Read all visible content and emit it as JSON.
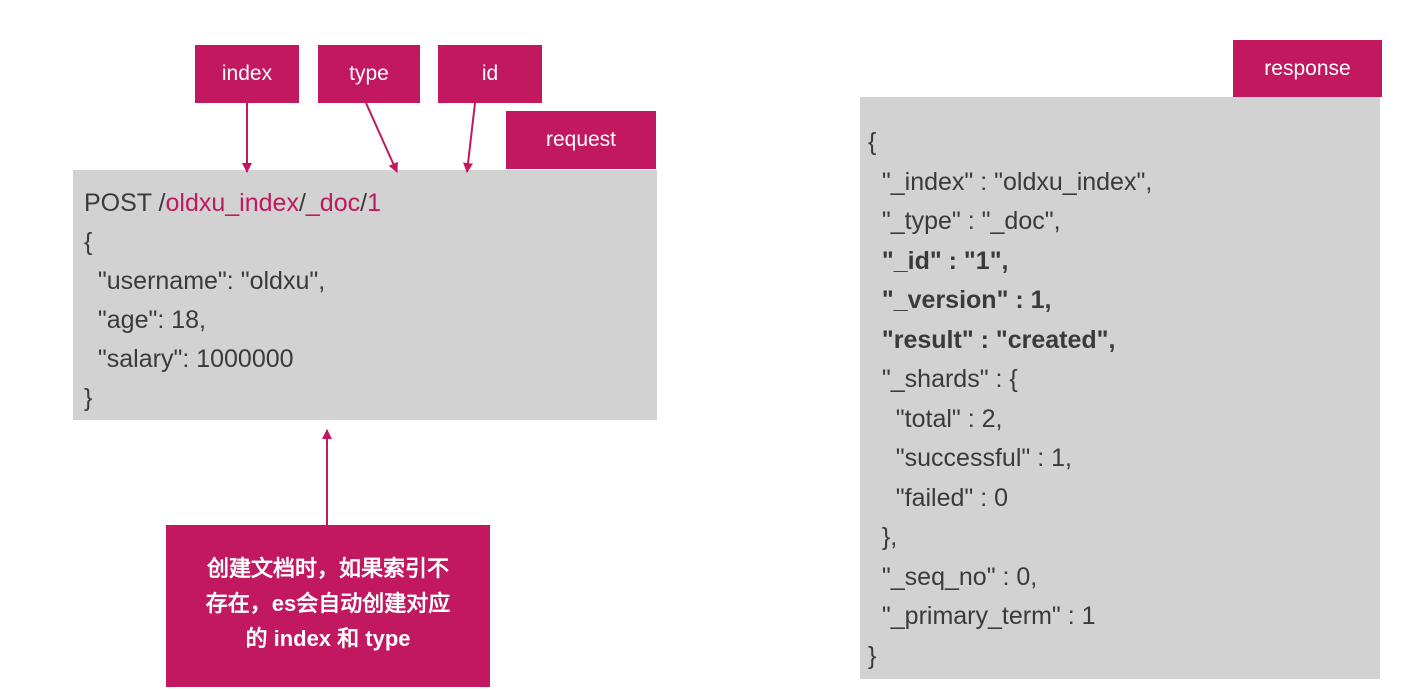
{
  "labels": {
    "index": "index",
    "type": "type",
    "id": "id",
    "request": "request",
    "response": "response"
  },
  "request": {
    "method": "POST /",
    "index_name": "oldxu_index",
    "sep1": "/",
    "type_name": "_doc",
    "sep2": "/",
    "doc_id": "1",
    "lines": [
      "{",
      "  \"username\": \"oldxu\",",
      "  \"age\": 18,",
      "  \"salary\": 1000000",
      "}"
    ]
  },
  "response": {
    "lines": [
      {
        "text": "{",
        "bold": false
      },
      {
        "text": "  \"_index\" : \"oldxu_index\",",
        "bold": false
      },
      {
        "text": "  \"_type\" : \"_doc\",",
        "bold": false
      },
      {
        "text": "  \"_id\" : \"1\",",
        "bold": true
      },
      {
        "text": "  \"_version\" : 1,",
        "bold": true
      },
      {
        "text": "  \"result\" : \"created\",",
        "bold": true
      },
      {
        "text": "  \"_shards\" : {",
        "bold": false
      },
      {
        "text": "    \"total\" : 2,",
        "bold": false
      },
      {
        "text": "    \"successful\" : 1,",
        "bold": false
      },
      {
        "text": "    \"failed\" : 0",
        "bold": false
      },
      {
        "text": "  },",
        "bold": false
      },
      {
        "text": "  \"_seq_no\" : 0,",
        "bold": false
      },
      {
        "text": "  \"_primary_term\" : 1",
        "bold": false
      },
      {
        "text": "}",
        "bold": false
      }
    ]
  },
  "note": {
    "line1": "创建文档时，如果索引不",
    "line2": "存在，es会自动创建对应",
    "line3": "的 index 和 type"
  },
  "colors": {
    "accent": "#c1185f",
    "panel": "#d2d2d2",
    "text": "#3a3a3a"
  }
}
